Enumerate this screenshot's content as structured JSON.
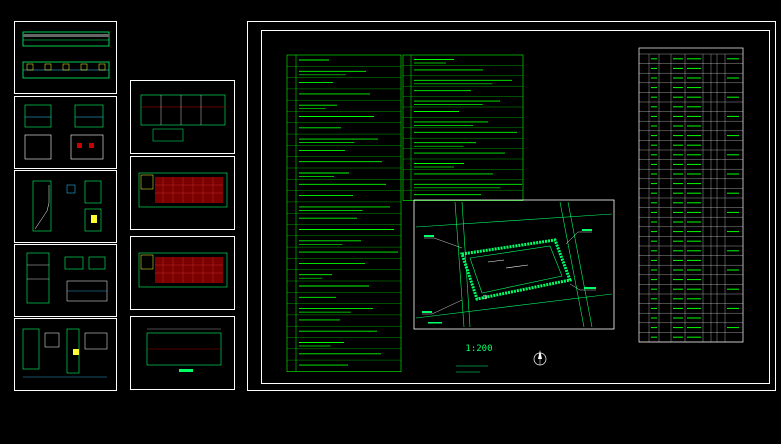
{
  "app": {
    "title": "",
    "colors": {
      "background": "#000000",
      "frame": "#ffffff",
      "primary_lines": "#00ff66",
      "text_lines": "#00ff00",
      "accent_red": "#cc0000",
      "accent_yellow": "#ffff33",
      "accent_cyan": "#33ccff"
    }
  },
  "thumbnails": {
    "col1": [
      {
        "name": "elevation-sheet",
        "icon": "elevation-drawing-icon"
      },
      {
        "name": "section-sheet",
        "icon": "section-drawing-icon"
      },
      {
        "name": "stair-detail-sheet",
        "icon": "stair-detail-icon"
      },
      {
        "name": "detail-sheet-a",
        "icon": "detail-drawing-icon"
      },
      {
        "name": "detail-sheet-b",
        "icon": "detail-drawing-icon"
      }
    ],
    "col2": [
      {
        "name": "ground-floor-plan",
        "icon": "floor-plan-icon"
      },
      {
        "name": "first-floor-plan",
        "icon": "floor-plan-icon"
      },
      {
        "name": "second-floor-plan",
        "icon": "floor-plan-icon"
      },
      {
        "name": "roof-plan",
        "icon": "roof-plan-icon"
      }
    ]
  },
  "main_sheet": {
    "site_plan": {
      "scale_label": "1:200",
      "title_label": "",
      "north_arrow": "north-arrow-icon"
    },
    "notes_rows": 28,
    "notes_rows_right": 14,
    "schedule_rows": 30
  }
}
